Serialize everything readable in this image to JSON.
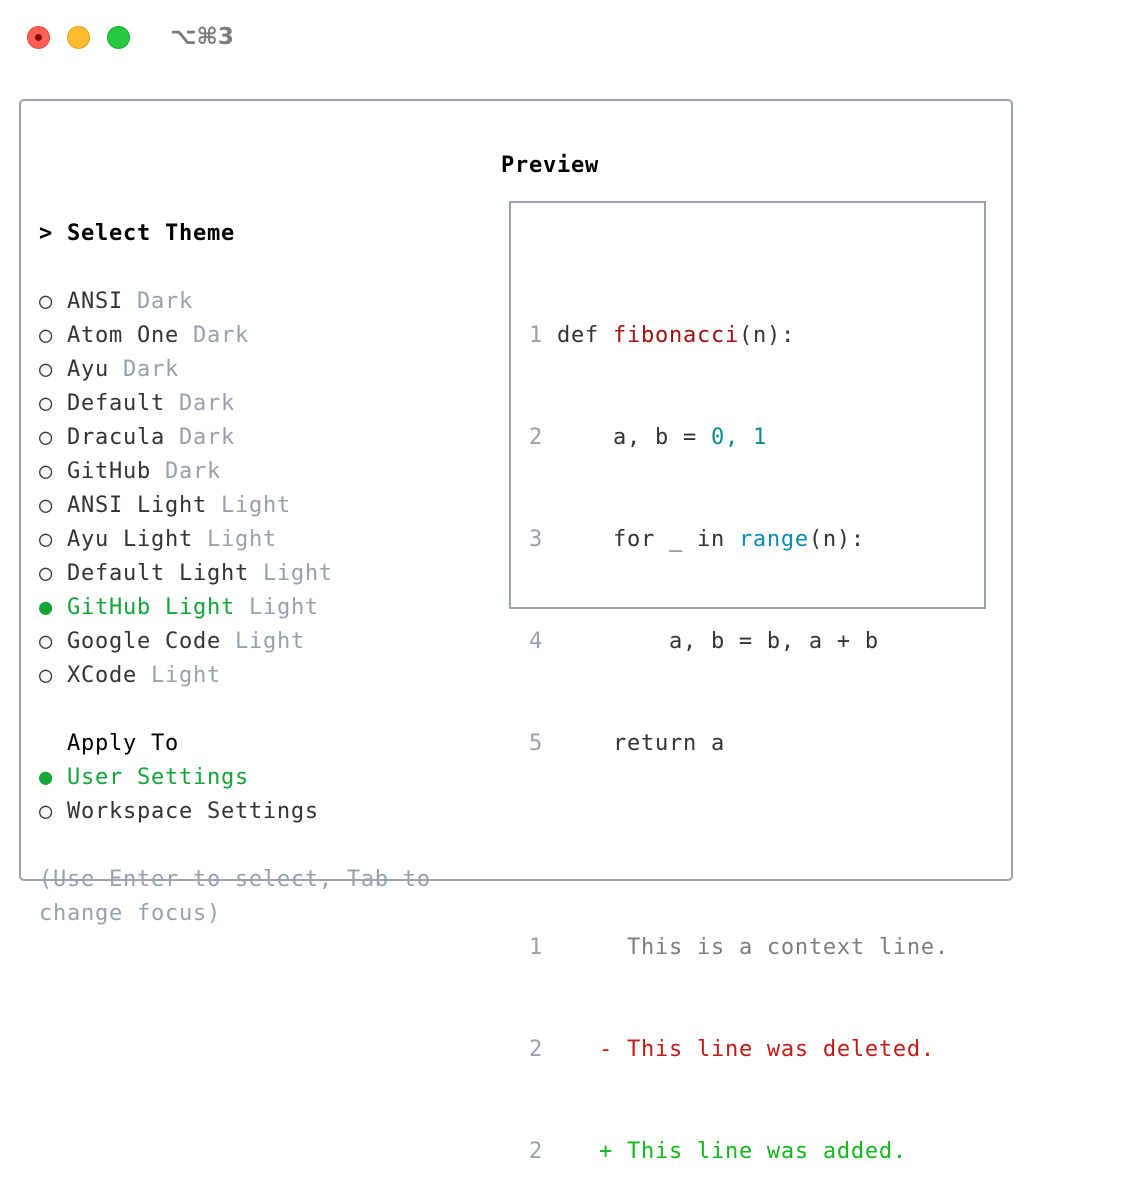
{
  "window": {
    "title": "⌥⌘3"
  },
  "theme_selector": {
    "heading": "Select Theme",
    "cursor": ">",
    "items": [
      {
        "name": "ANSI",
        "variant": "Dark",
        "selected": false
      },
      {
        "name": "Atom One",
        "variant": "Dark",
        "selected": false
      },
      {
        "name": "Ayu",
        "variant": "Dark",
        "selected": false
      },
      {
        "name": "Default",
        "variant": "Dark",
        "selected": false
      },
      {
        "name": "Dracula",
        "variant": "Dark",
        "selected": false
      },
      {
        "name": "GitHub",
        "variant": "Dark",
        "selected": false
      },
      {
        "name": "ANSI Light",
        "variant": "Light",
        "selected": false
      },
      {
        "name": "Ayu Light",
        "variant": "Light",
        "selected": false
      },
      {
        "name": "Default Light",
        "variant": "Light",
        "selected": false
      },
      {
        "name": "GitHub Light",
        "variant": "Light",
        "selected": true
      },
      {
        "name": "Google Code",
        "variant": "Light",
        "selected": false
      },
      {
        "name": "XCode",
        "variant": "Light",
        "selected": false
      }
    ]
  },
  "apply_to": {
    "heading": "Apply To",
    "items": [
      {
        "label": "User Settings",
        "selected": true
      },
      {
        "label": "Workspace Settings",
        "selected": false
      }
    ]
  },
  "help": {
    "line1": "(Use Enter to select, Tab to",
    "line2": "change focus)"
  },
  "preview": {
    "title": "Preview",
    "code": {
      "line_numbers": [
        "1",
        "2",
        "3",
        "4",
        "5"
      ],
      "l1": {
        "kw": "def ",
        "fn": "fibonacci",
        "rest": "(n):"
      },
      "l2": {
        "pre": "    a, b = ",
        "n0": "0",
        "sep": ", ",
        "n1": "1"
      },
      "l3": {
        "pre": "    for _ in ",
        "bi": "range",
        "rest": "(n):"
      },
      "l4": "        a, b = b, a + b",
      "l5": "    return a"
    },
    "diff": [
      {
        "num": "1",
        "marker": " ",
        "text": "This is a context line."
      },
      {
        "num": "2",
        "marker": "-",
        "text": "This line was deleted."
      },
      {
        "num": "2",
        "marker": "+",
        "text": "This line was added."
      }
    ]
  },
  "colors": {
    "selected": "#13a538",
    "deleted": "#c41a16",
    "added": "#13b81e",
    "dim": "#98a0ad"
  }
}
